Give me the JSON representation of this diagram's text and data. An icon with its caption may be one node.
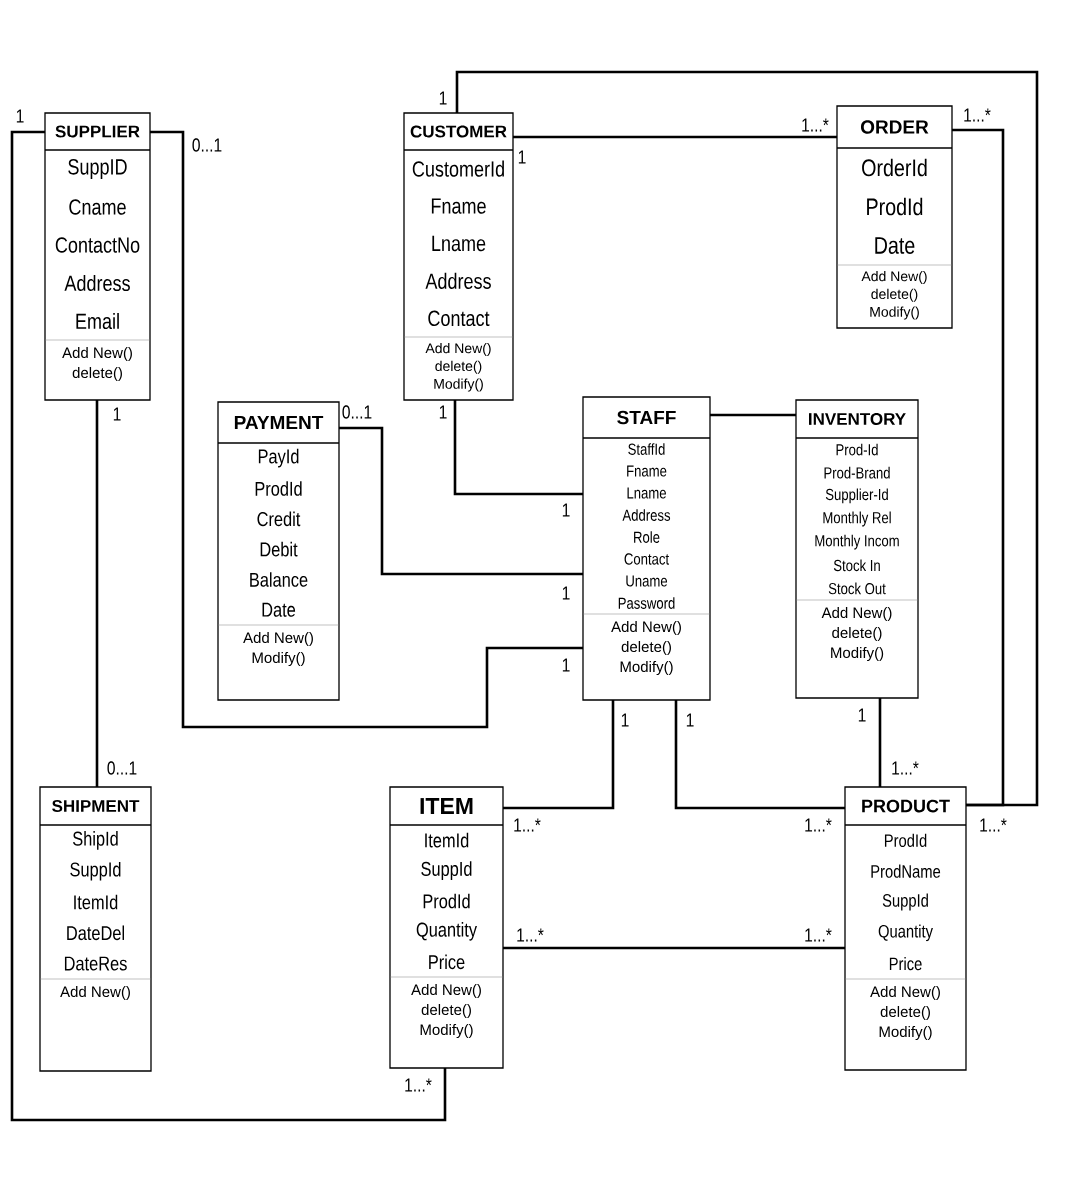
{
  "diagram": {
    "nodes": [
      {
        "text": [
          "SUPPLIER",
          "SuppID",
          "Cname",
          "ContactNo",
          "Address",
          "Email",
          "Add New()",
          "delete()"
        ]
      },
      {
        "text": [
          "CUSTOMER",
          "CustomerId",
          "Fname",
          "Lname",
          "Address",
          "Contact",
          "Add New()",
          "delete()",
          "Modify()"
        ]
      },
      {
        "text": [
          "ORDER",
          "OrderId",
          "ProdId",
          "Date",
          "Add New()",
          "delete()",
          "Modify()"
        ]
      },
      {
        "text": [
          "PAYMENT",
          "PayId",
          "ProdId",
          "Credit",
          "Debit",
          "Balance",
          "Date",
          "Add New()",
          "Modify()"
        ]
      },
      {
        "text": [
          "STAFF",
          "StaffId",
          "Fname",
          "Lname",
          "Address",
          "Role",
          "Contact",
          "Uname",
          "Password",
          "Add New()",
          "delete()",
          "Modify()"
        ]
      },
      {
        "text": [
          "INVENTORY",
          "Prod-Id",
          "Prod-Brand",
          "Supplier-Id",
          "Monthly Rel",
          "Monthly Incom",
          "Stock In",
          "Stock Out",
          "Add New()",
          "delete()",
          "Modify()"
        ]
      },
      {
        "text": [
          "SHIPMENT",
          "ShipId",
          "SuppId",
          "ItemId",
          "DateDel",
          "DateRes",
          "Add New()"
        ]
      },
      {
        "text": [
          "ITEM",
          "ItemId",
          "SuppId",
          "ProdId",
          "Quantity",
          "Price",
          "Add New()",
          "delete()",
          "Modify()"
        ]
      },
      {
        "text": [
          "PRODUCT",
          "ProdId",
          "ProdName",
          "SuppId",
          "Quantity",
          "Price",
          "Add New()",
          "delete()",
          "Modify()"
        ]
      }
    ],
    "edges": [
      {
        "from": 0,
        "to": 6,
        "arrow": "none"
      },
      {
        "from": 0,
        "to": 7,
        "arrow": "none"
      },
      {
        "from": 0,
        "to": 4,
        "arrow": "none"
      },
      {
        "from": 1,
        "to": 2,
        "arrow": "none"
      },
      {
        "from": 1,
        "to": 8,
        "arrow": "none"
      },
      {
        "from": 2,
        "to": 8,
        "arrow": "none"
      },
      {
        "from": 1,
        "to": 4,
        "arrow": "none"
      },
      {
        "from": 3,
        "to": 4,
        "arrow": "none"
      },
      {
        "from": 4,
        "to": 5,
        "arrow": "none"
      },
      {
        "from": 4,
        "to": 7,
        "arrow": "none"
      },
      {
        "from": 4,
        "to": 8,
        "arrow": "none"
      },
      {
        "from": 5,
        "to": 8,
        "arrow": "none"
      },
      {
        "from": 7,
        "to": 8,
        "arrow": "none"
      }
    ],
    "labels": [
      "1",
      "1",
      "1...*",
      "1...*",
      "0...1",
      "1",
      "0...1",
      "1",
      "1",
      "1",
      "1",
      "1",
      "1",
      "1",
      "1",
      "1...*",
      "0...1",
      "1...*",
      "1...*",
      "1...*",
      "1...*",
      "1...*",
      "1...*"
    ]
  }
}
